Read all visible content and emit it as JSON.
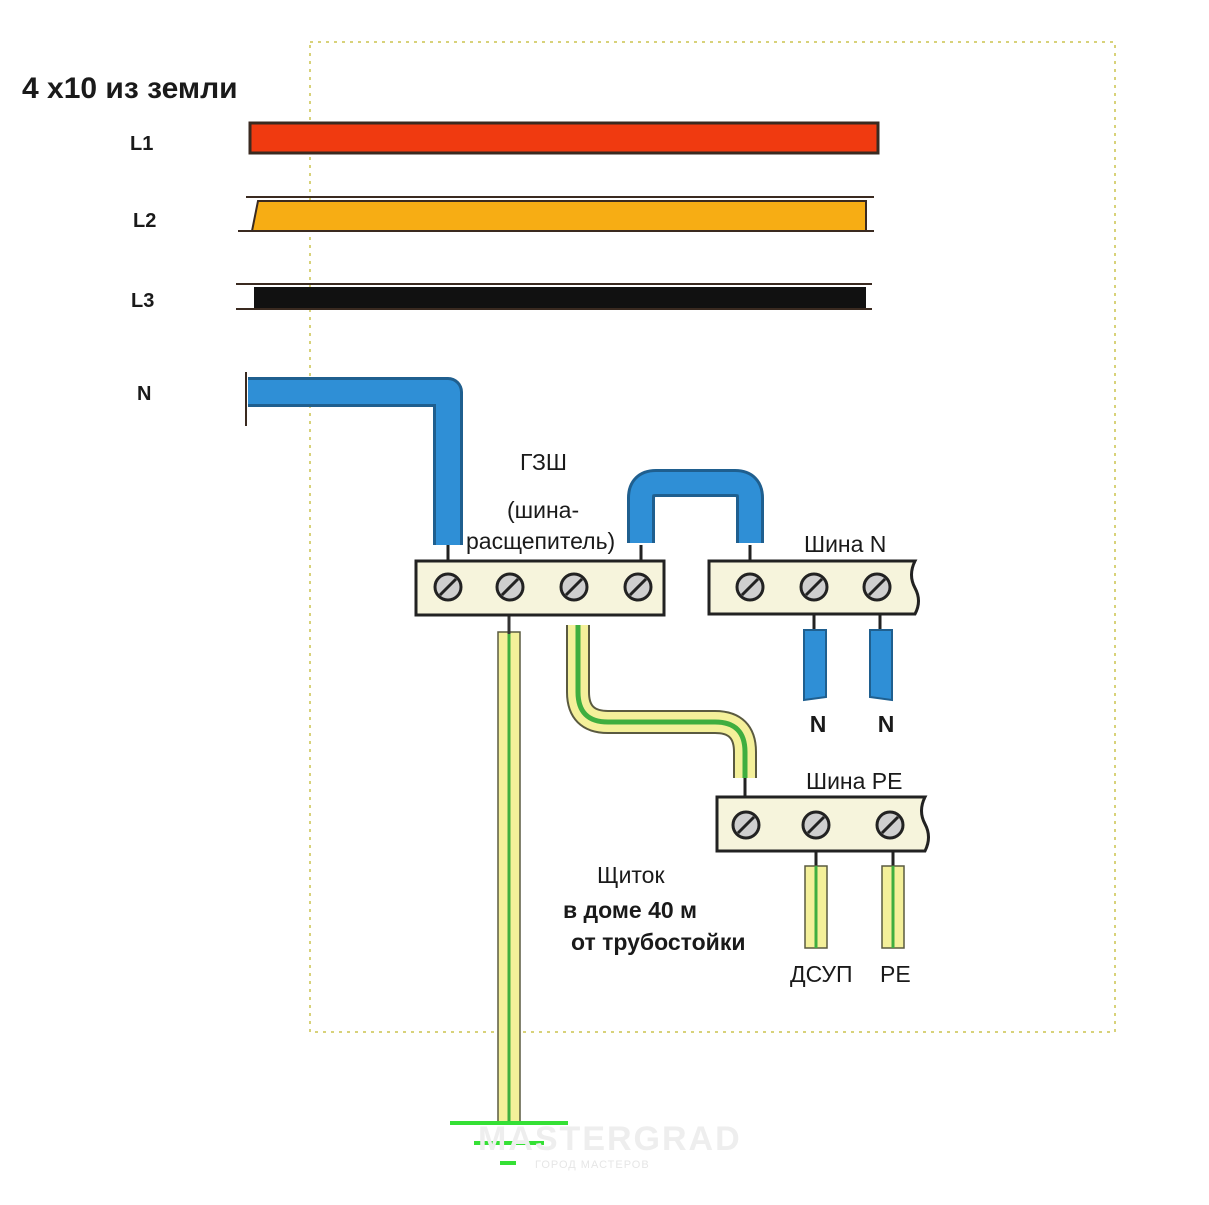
{
  "title": "4 х10 из земли",
  "wires": [
    {
      "label": "L1",
      "color": "#f03a10"
    },
    {
      "label": "L2",
      "color": "#f7ad14"
    },
    {
      "label": "L3",
      "color": "#111111"
    },
    {
      "label": "N",
      "color": "#2f8fd6"
    }
  ],
  "gzsh": {
    "line1": "ГЗШ",
    "line2": "(шина-",
    "line3": "расщепитель)"
  },
  "bus_n": {
    "label": "Шина N",
    "out1": "N",
    "out2": "N"
  },
  "bus_pe": {
    "label": "Шина PE",
    "out1": "ДСУП",
    "out2": "PE"
  },
  "panel": {
    "line1": "Щиток",
    "line2": "в доме 40 м",
    "line3": "от трубостойки"
  },
  "watermark": {
    "main": "MASTERGRAD",
    "sub": "ГОРОД МАСТЕРОВ"
  },
  "colors": {
    "neutral": "#2f8fd6",
    "pe_yellow": "#f4f09a",
    "pe_green": "#3fae3f",
    "ground": "#35e035",
    "frame": "#d8d27a",
    "bus_fill": "#f6f4dc"
  }
}
